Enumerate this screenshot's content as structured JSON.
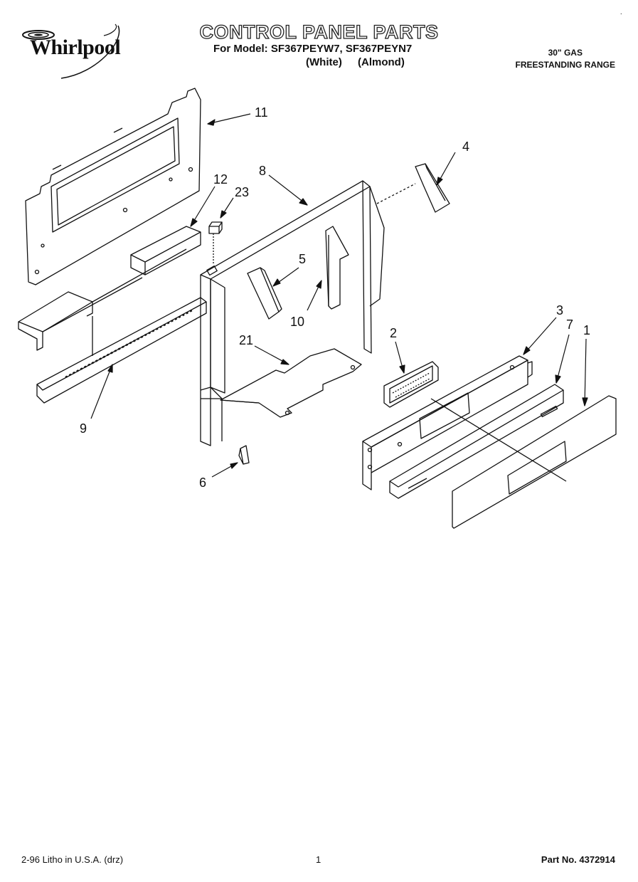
{
  "header": {
    "brand": "Whirlpool",
    "title": "CONTROL PANEL PARTS",
    "models_line": "For Model: SF367PEYW7, SF367PEYN7",
    "variants": [
      "(White)",
      "(Almond)"
    ],
    "product_line1": "30\" GAS",
    "product_line2": "FREESTANDING RANGE"
  },
  "callouts": [
    {
      "id": "c1",
      "label": "1"
    },
    {
      "id": "c2",
      "label": "2"
    },
    {
      "id": "c3",
      "label": "3"
    },
    {
      "id": "c4",
      "label": "4"
    },
    {
      "id": "c5",
      "label": "5"
    },
    {
      "id": "c6",
      "label": "6"
    },
    {
      "id": "c7",
      "label": "7"
    },
    {
      "id": "c8",
      "label": "8"
    },
    {
      "id": "c9",
      "label": "9"
    },
    {
      "id": "c10",
      "label": "10"
    },
    {
      "id": "c11",
      "label": "11"
    },
    {
      "id": "c12",
      "label": "12"
    },
    {
      "id": "c21",
      "label": "21"
    },
    {
      "id": "c23",
      "label": "23"
    }
  ],
  "footer": {
    "litho": "2-96 Litho in U.S.A. (drz)",
    "page": "1",
    "part_no": "Part No. 4372914"
  }
}
